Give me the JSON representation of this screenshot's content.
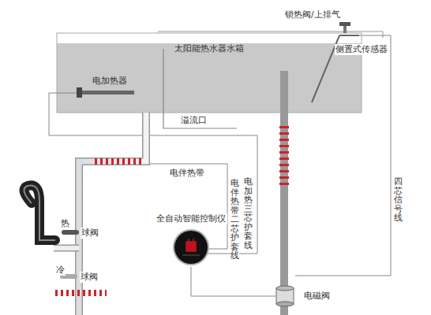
{
  "diagram": {
    "nodes": [
      {
        "text": [
          "太阳能热水器水箱"
        ]
      },
      {
        "text": [
          "全自动智能控制仪"
        ]
      },
      {
        "text": [
          "电磁阀"
        ]
      }
    ],
    "edges": [
      {
        "from": 1,
        "to": 2,
        "arrow": "none"
      }
    ],
    "labels": [
      "锁热阀/上排气",
      "侧置式传感器",
      "电加热器",
      "溢流口",
      "电伴热带",
      "电伴热带二芯护套线",
      "电加热三芯护套线",
      "四芯信号线",
      "热",
      "球阀",
      "冷",
      "球阀"
    ]
  }
}
